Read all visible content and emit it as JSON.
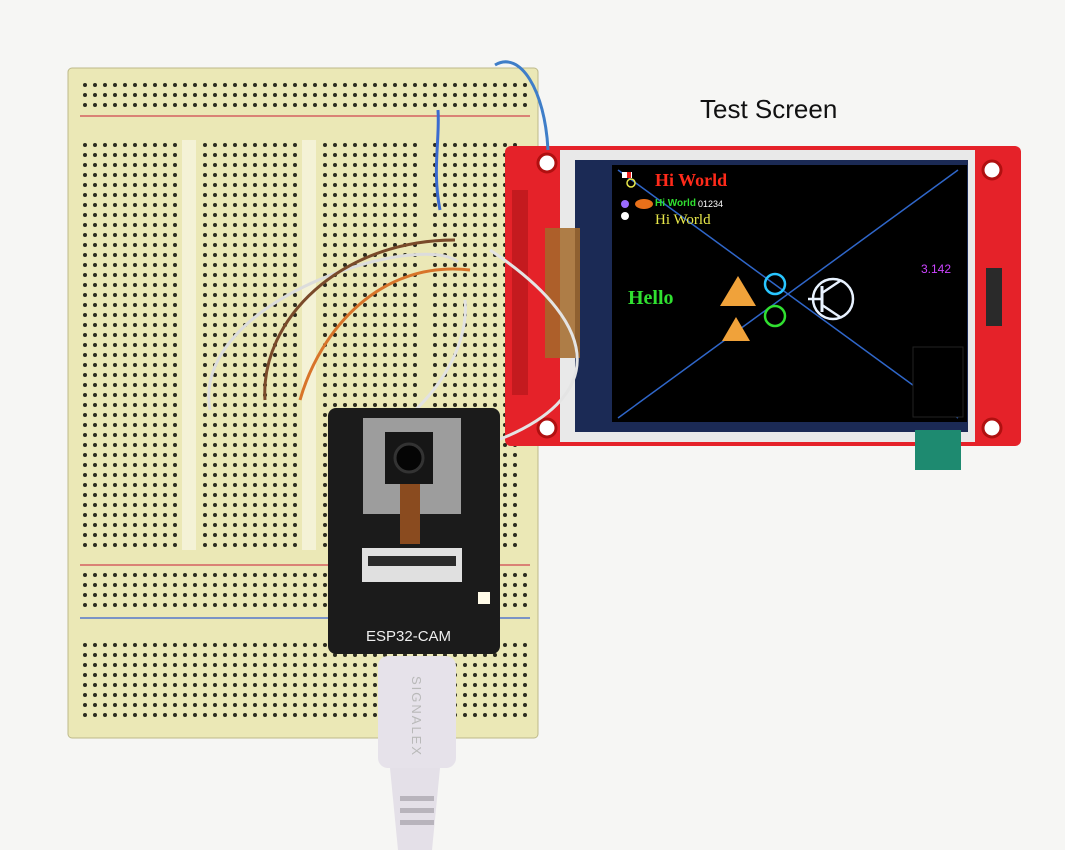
{
  "caption": "Test Screen",
  "board": {
    "label": "ESP32-CAM"
  },
  "cable": {
    "brand": "SIGNALEX"
  },
  "display": {
    "title_red": "Hi World",
    "line_small": "Hi World",
    "digits": "01234",
    "title_yellow": "Hi World",
    "hello": "Hello",
    "pi_value": "3.142"
  },
  "colors": {
    "breadboard": "#ece9b8",
    "tft_pcb": "#e52229",
    "tft_screen": "#000000",
    "esp_board": "#1b1b1b",
    "red_text": "#ff2a1a",
    "green_text": "#30e030",
    "yellow_text": "#e8e84a",
    "magenta_text": "#cc44ff",
    "cyan_icon": "#29c6ff",
    "warning": "#f0a23a"
  }
}
